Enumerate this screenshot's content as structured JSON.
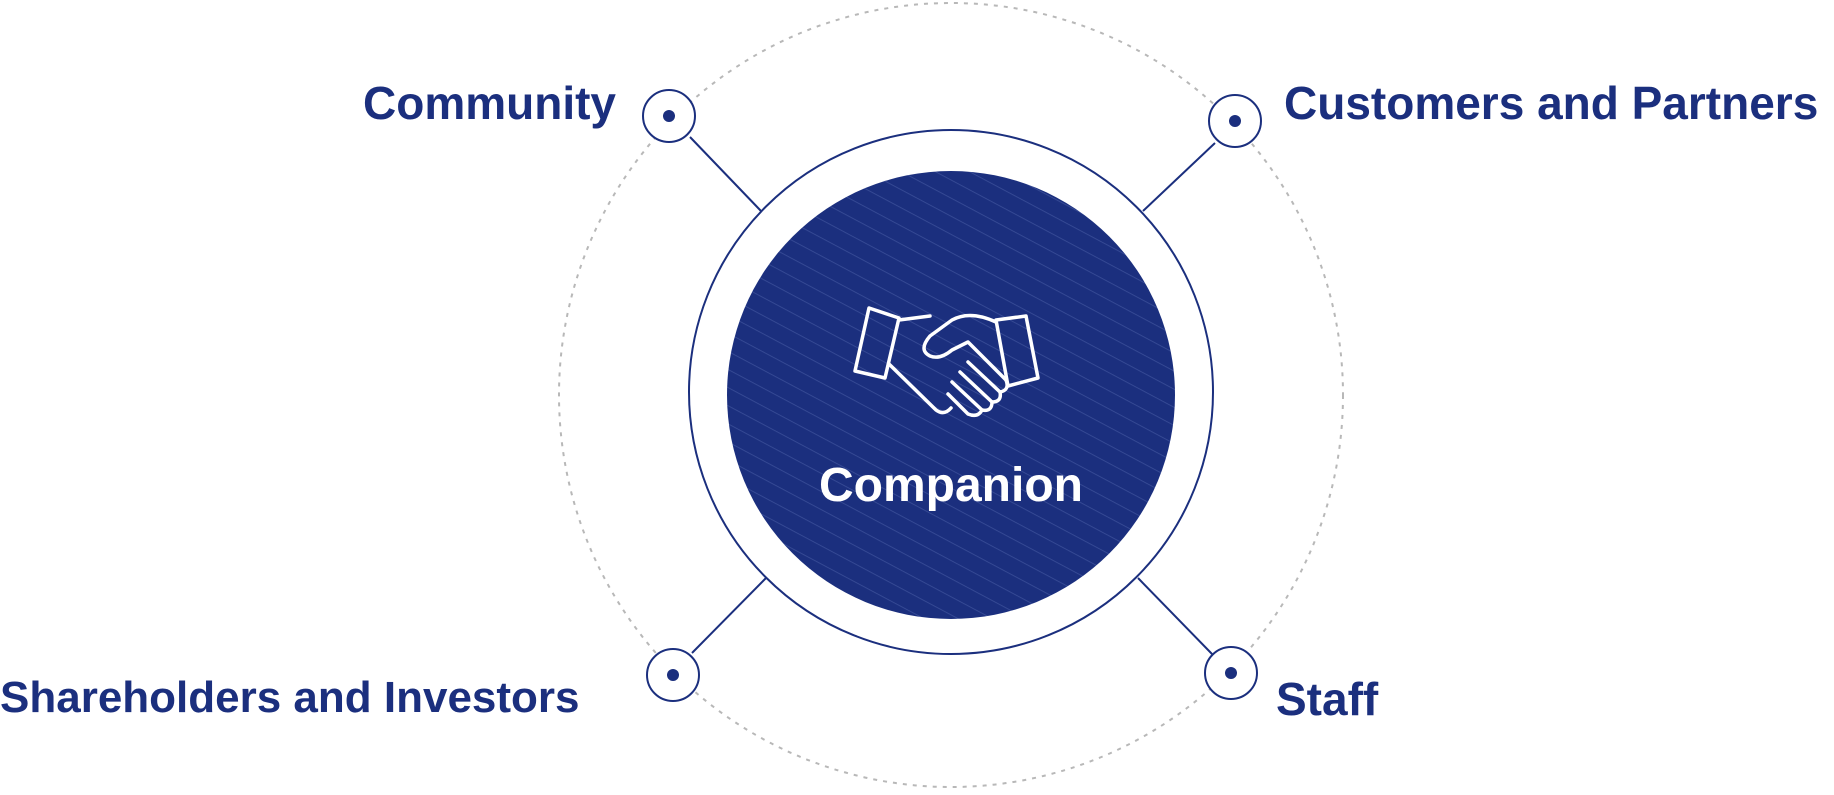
{
  "diagram": {
    "center": {
      "label": "Companion",
      "icon": "handshake-icon"
    },
    "stakeholders": [
      {
        "label": "Community",
        "position": "top-left"
      },
      {
        "label": "Customers and Partners",
        "position": "top-right"
      },
      {
        "label": "Shareholders and Investors",
        "position": "bottom-left"
      },
      {
        "label": "Staff",
        "position": "bottom-right"
      }
    ],
    "colors": {
      "primary": "#1b2f7e",
      "dashed_ring": "#b8b8b8",
      "background": "#ffffff",
      "icon": "#ffffff"
    }
  }
}
